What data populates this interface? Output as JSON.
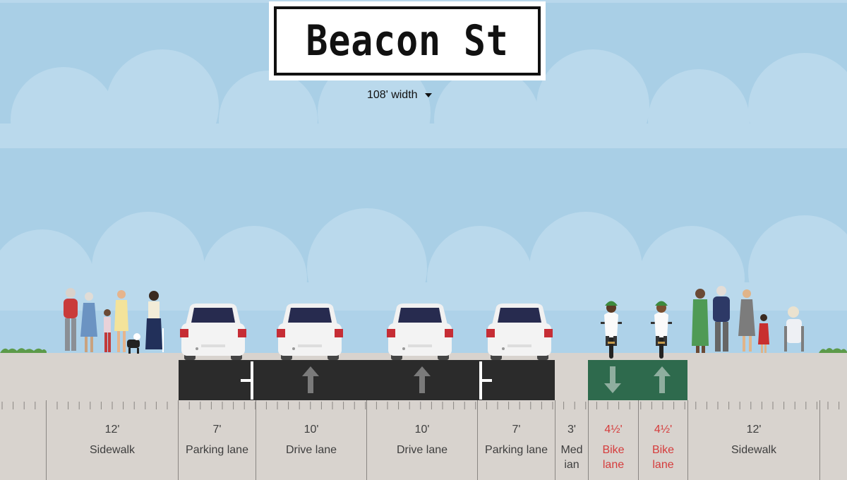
{
  "street": {
    "name": "Beacon St",
    "width_label": "108' width",
    "width_dropdown_icon": "caret-down-icon"
  },
  "colors": {
    "sky": "#a9cfe6",
    "clouds": "#bad9ec",
    "asphalt": "#2b2b2b",
    "bike_lane": "#2e6a4d",
    "sidewalk": "#d8d3ce",
    "label_text": "#3e3e3e",
    "bike_label_text": "#d53c3c"
  },
  "segments": [
    {
      "width": "12'",
      "name": "Sidewalk"
    },
    {
      "width": "7'",
      "name": "Parking lane"
    },
    {
      "width": "10'",
      "name": "Drive lane"
    },
    {
      "width": "10'",
      "name": "Drive lane"
    },
    {
      "width": "7'",
      "name": "Parking lane"
    },
    {
      "width": "3'",
      "name_line1": "Med",
      "name_line2": "ian"
    },
    {
      "width": "4½'",
      "name_line1": "Bike",
      "name_line2": "lane"
    },
    {
      "width": "4½'",
      "name_line1": "Bike",
      "name_line2": "lane"
    },
    {
      "width": "12'",
      "name": "Sidewalk"
    }
  ],
  "lane_markings": {
    "drive_lane_1": "arrow-up-icon",
    "drive_lane_2": "arrow-up-icon",
    "bike_lane_1": "arrow-down-icon",
    "bike_lane_2": "arrow-up-icon"
  }
}
